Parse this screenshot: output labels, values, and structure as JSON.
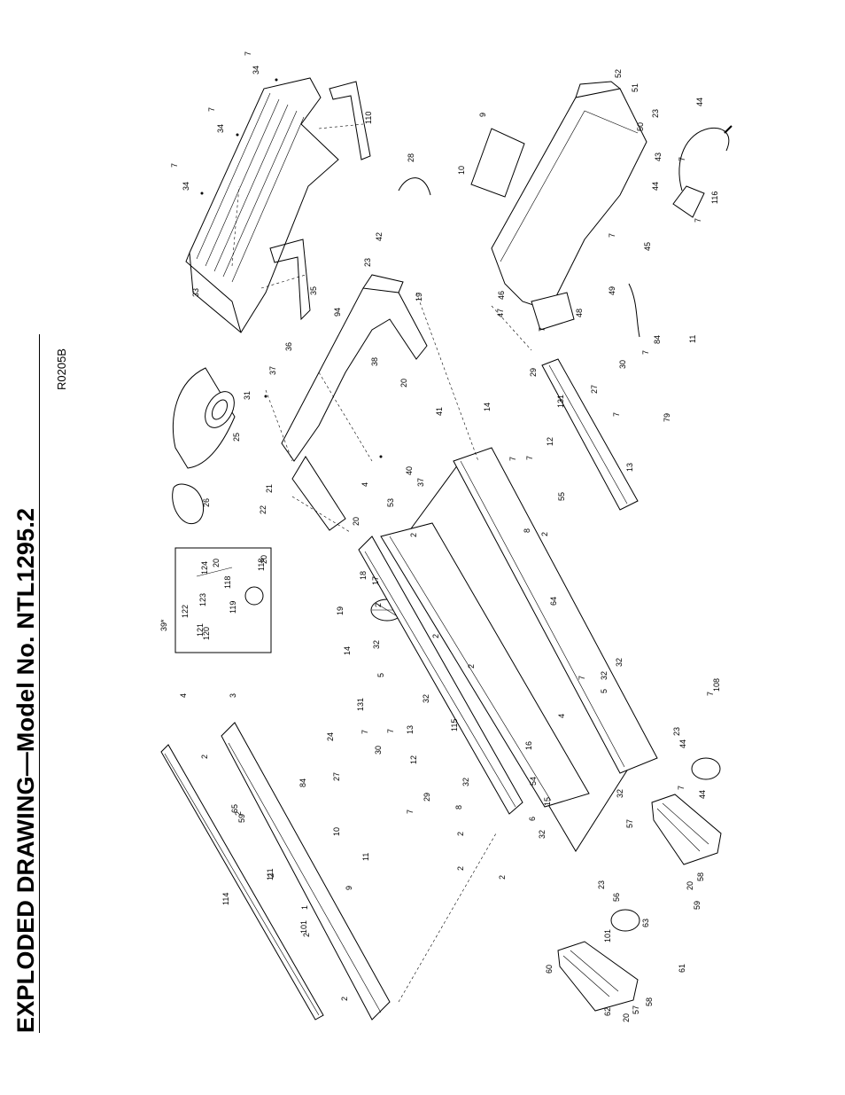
{
  "header": {
    "title": "EXPLODED DRAWING—Model No. NTL1295.2",
    "drawing_code": "R0205B"
  },
  "callouts": [
    {
      "label": "7"
    },
    {
      "label": "34"
    },
    {
      "label": "7"
    },
    {
      "label": "34"
    },
    {
      "label": "110"
    },
    {
      "label": "7"
    },
    {
      "label": "34"
    },
    {
      "label": "33"
    },
    {
      "label": "35"
    },
    {
      "label": "28"
    },
    {
      "label": "42"
    },
    {
      "label": "23"
    },
    {
      "label": "19"
    },
    {
      "label": "94"
    },
    {
      "label": "36"
    },
    {
      "label": "37"
    },
    {
      "label": "38"
    },
    {
      "label": "31"
    },
    {
      "label": "20"
    },
    {
      "label": "25"
    },
    {
      "label": "41"
    },
    {
      "label": "26"
    },
    {
      "label": "21"
    },
    {
      "label": "22"
    },
    {
      "label": "40"
    },
    {
      "label": "37"
    },
    {
      "label": "20"
    },
    {
      "label": "4"
    },
    {
      "label": "53"
    },
    {
      "label": "14"
    },
    {
      "label": "39*"
    },
    {
      "label": "124"
    },
    {
      "label": "122"
    },
    {
      "label": "123"
    },
    {
      "label": "118"
    },
    {
      "label": "20"
    },
    {
      "label": "121"
    },
    {
      "label": "120"
    },
    {
      "label": "118"
    },
    {
      "label": "20"
    },
    {
      "label": "119"
    },
    {
      "label": "18"
    },
    {
      "label": "17"
    },
    {
      "label": "19"
    },
    {
      "label": "14"
    },
    {
      "label": "32"
    },
    {
      "label": "5"
    },
    {
      "label": "4"
    },
    {
      "label": "3"
    },
    {
      "label": "131"
    },
    {
      "label": "2"
    },
    {
      "label": "2"
    },
    {
      "label": "2"
    },
    {
      "label": "2"
    },
    {
      "label": "2"
    },
    {
      "label": "2"
    },
    {
      "label": "114"
    },
    {
      "label": "1"
    },
    {
      "label": "24"
    },
    {
      "label": "7"
    },
    {
      "label": "84"
    },
    {
      "label": "27"
    },
    {
      "label": "30"
    },
    {
      "label": "12"
    },
    {
      "label": "13"
    },
    {
      "label": "7"
    },
    {
      "label": "29"
    },
    {
      "label": "10"
    },
    {
      "label": "11"
    },
    {
      "label": "9"
    },
    {
      "label": "7"
    },
    {
      "label": "32"
    },
    {
      "label": "32"
    },
    {
      "label": "115"
    },
    {
      "label": "2"
    },
    {
      "label": "2"
    },
    {
      "label": "2"
    },
    {
      "label": "2"
    },
    {
      "label": "2"
    },
    {
      "label": "2"
    },
    {
      "label": "32"
    },
    {
      "label": "6"
    },
    {
      "label": "8"
    },
    {
      "label": "15"
    },
    {
      "label": "16"
    },
    {
      "label": "4"
    },
    {
      "label": "7"
    },
    {
      "label": "32"
    },
    {
      "label": "5"
    },
    {
      "label": "32"
    },
    {
      "label": "54"
    },
    {
      "label": "32"
    },
    {
      "label": "8"
    },
    {
      "label": "64"
    },
    {
      "label": "2"
    },
    {
      "label": "55"
    },
    {
      "label": "7"
    },
    {
      "label": "7"
    },
    {
      "label": "12"
    },
    {
      "label": "13"
    },
    {
      "label": "131"
    },
    {
      "label": "29"
    },
    {
      "label": "30"
    },
    {
      "label": "27"
    },
    {
      "label": "7"
    },
    {
      "label": "79"
    },
    {
      "label": "7"
    },
    {
      "label": "84"
    },
    {
      "label": "11"
    },
    {
      "label": "9"
    },
    {
      "label": "10"
    },
    {
      "label": "52"
    },
    {
      "label": "51"
    },
    {
      "label": "23"
    },
    {
      "label": "50"
    },
    {
      "label": "43"
    },
    {
      "label": "7"
    },
    {
      "label": "44"
    },
    {
      "label": "7"
    },
    {
      "label": "44"
    },
    {
      "label": "116"
    },
    {
      "label": "7"
    },
    {
      "label": "45"
    },
    {
      "label": "47"
    },
    {
      "label": "46"
    },
    {
      "label": "7"
    },
    {
      "label": "48"
    },
    {
      "label": "49"
    },
    {
      "label": "23"
    },
    {
      "label": "44"
    },
    {
      "label": "7"
    },
    {
      "label": "44"
    },
    {
      "label": "7"
    },
    {
      "label": "108"
    },
    {
      "label": "57"
    },
    {
      "label": "58"
    },
    {
      "label": "20"
    },
    {
      "label": "59"
    },
    {
      "label": "23"
    },
    {
      "label": "56"
    },
    {
      "label": "101"
    },
    {
      "label": "63"
    },
    {
      "label": "60"
    },
    {
      "label": "61"
    },
    {
      "label": "62"
    },
    {
      "label": "57"
    },
    {
      "label": "20"
    },
    {
      "label": "58"
    },
    {
      "label": "59"
    },
    {
      "label": "65"
    },
    {
      "label": "111"
    },
    {
      "label": "101"
    },
    {
      "label": "61"
    },
    {
      "label": "62"
    },
    {
      "label": "60"
    },
    {
      "label": "2"
    },
    {
      "label": "2"
    },
    {
      "label": "2"
    },
    {
      "label": "2"
    }
  ]
}
